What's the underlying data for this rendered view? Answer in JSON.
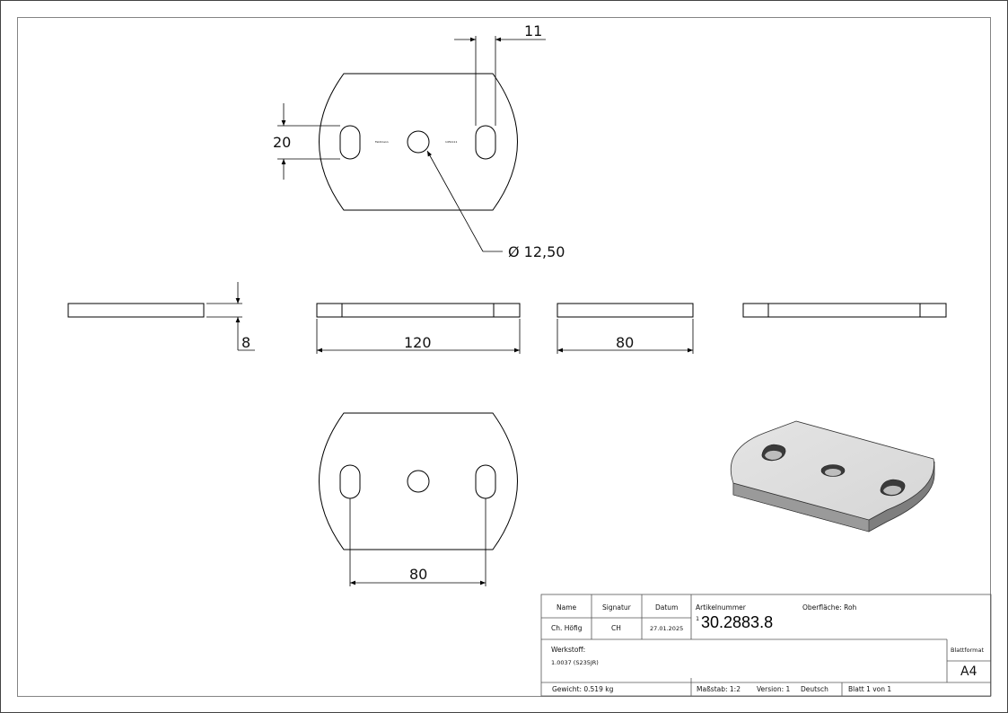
{
  "dimensions": {
    "slot_width": "11",
    "slot_length": "20",
    "hole_diameter": "Ø 12,50",
    "thickness": "8",
    "length": "120",
    "width": "80",
    "slot_spacing": "80"
  },
  "engraving": {
    "left": "Feldmann",
    "right": "1451111"
  },
  "title_block": {
    "headers": {
      "name": "Name",
      "signatur": "Signatur",
      "datum": "Datum"
    },
    "row": {
      "name": "Ch. Höfig",
      "signatur": "CH",
      "datum": "27.01.2025"
    },
    "artikelnummer_label": "Artikelnummer",
    "artikelnummer_prefix": "1",
    "artikelnummer": "30.2883.8",
    "oberflaeche": "Oberfläche:  Roh",
    "werkstoff_label": "Werkstoff:",
    "werkstoff": "1.0037 (S235JR)",
    "blattformat_label": "Blattformat",
    "blattformat": "A4",
    "gewicht": "Gewicht: 0.519 kg",
    "massstab": "Maßstab: 1:2",
    "version": "Version: 1",
    "sprache": "Deutsch",
    "blatt": "Blatt 1 von 1"
  }
}
